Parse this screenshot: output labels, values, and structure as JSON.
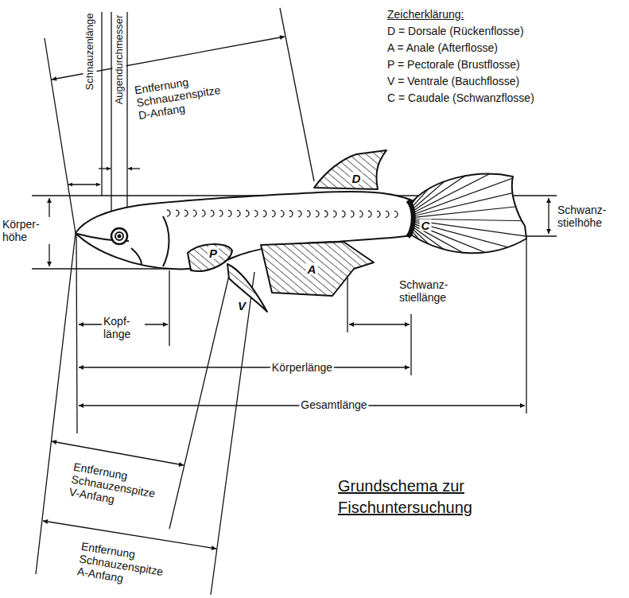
{
  "diagram": {
    "title": "Grundschema zur Fischuntersuchung",
    "labels": [
      "Zeicherklärung:",
      "D = Dorsale (Rückenflosse)",
      "A = Anale (Afterflosse)",
      "P = Pectorale (Brustflosse)",
      "V = Ventrale (Bauchflosse)",
      "C = Caudale (Schwanzflosse)",
      "Entfernung Schnauzenspitze D-Anfang",
      "Schnauzenlänge",
      "Augendurchmesser",
      "D",
      "Körper- höhe",
      "Schwanz- stielhöhe",
      "C",
      "P",
      "A",
      "V",
      "Schwanz- stiellänge",
      "Kopf- länge",
      "Körperlänge",
      "Gesamtlänge",
      "Entfernung Schnauzenspitze V-Anfang",
      "Entfernung Schnauzenspitze A-Anfang"
    ]
  }
}
